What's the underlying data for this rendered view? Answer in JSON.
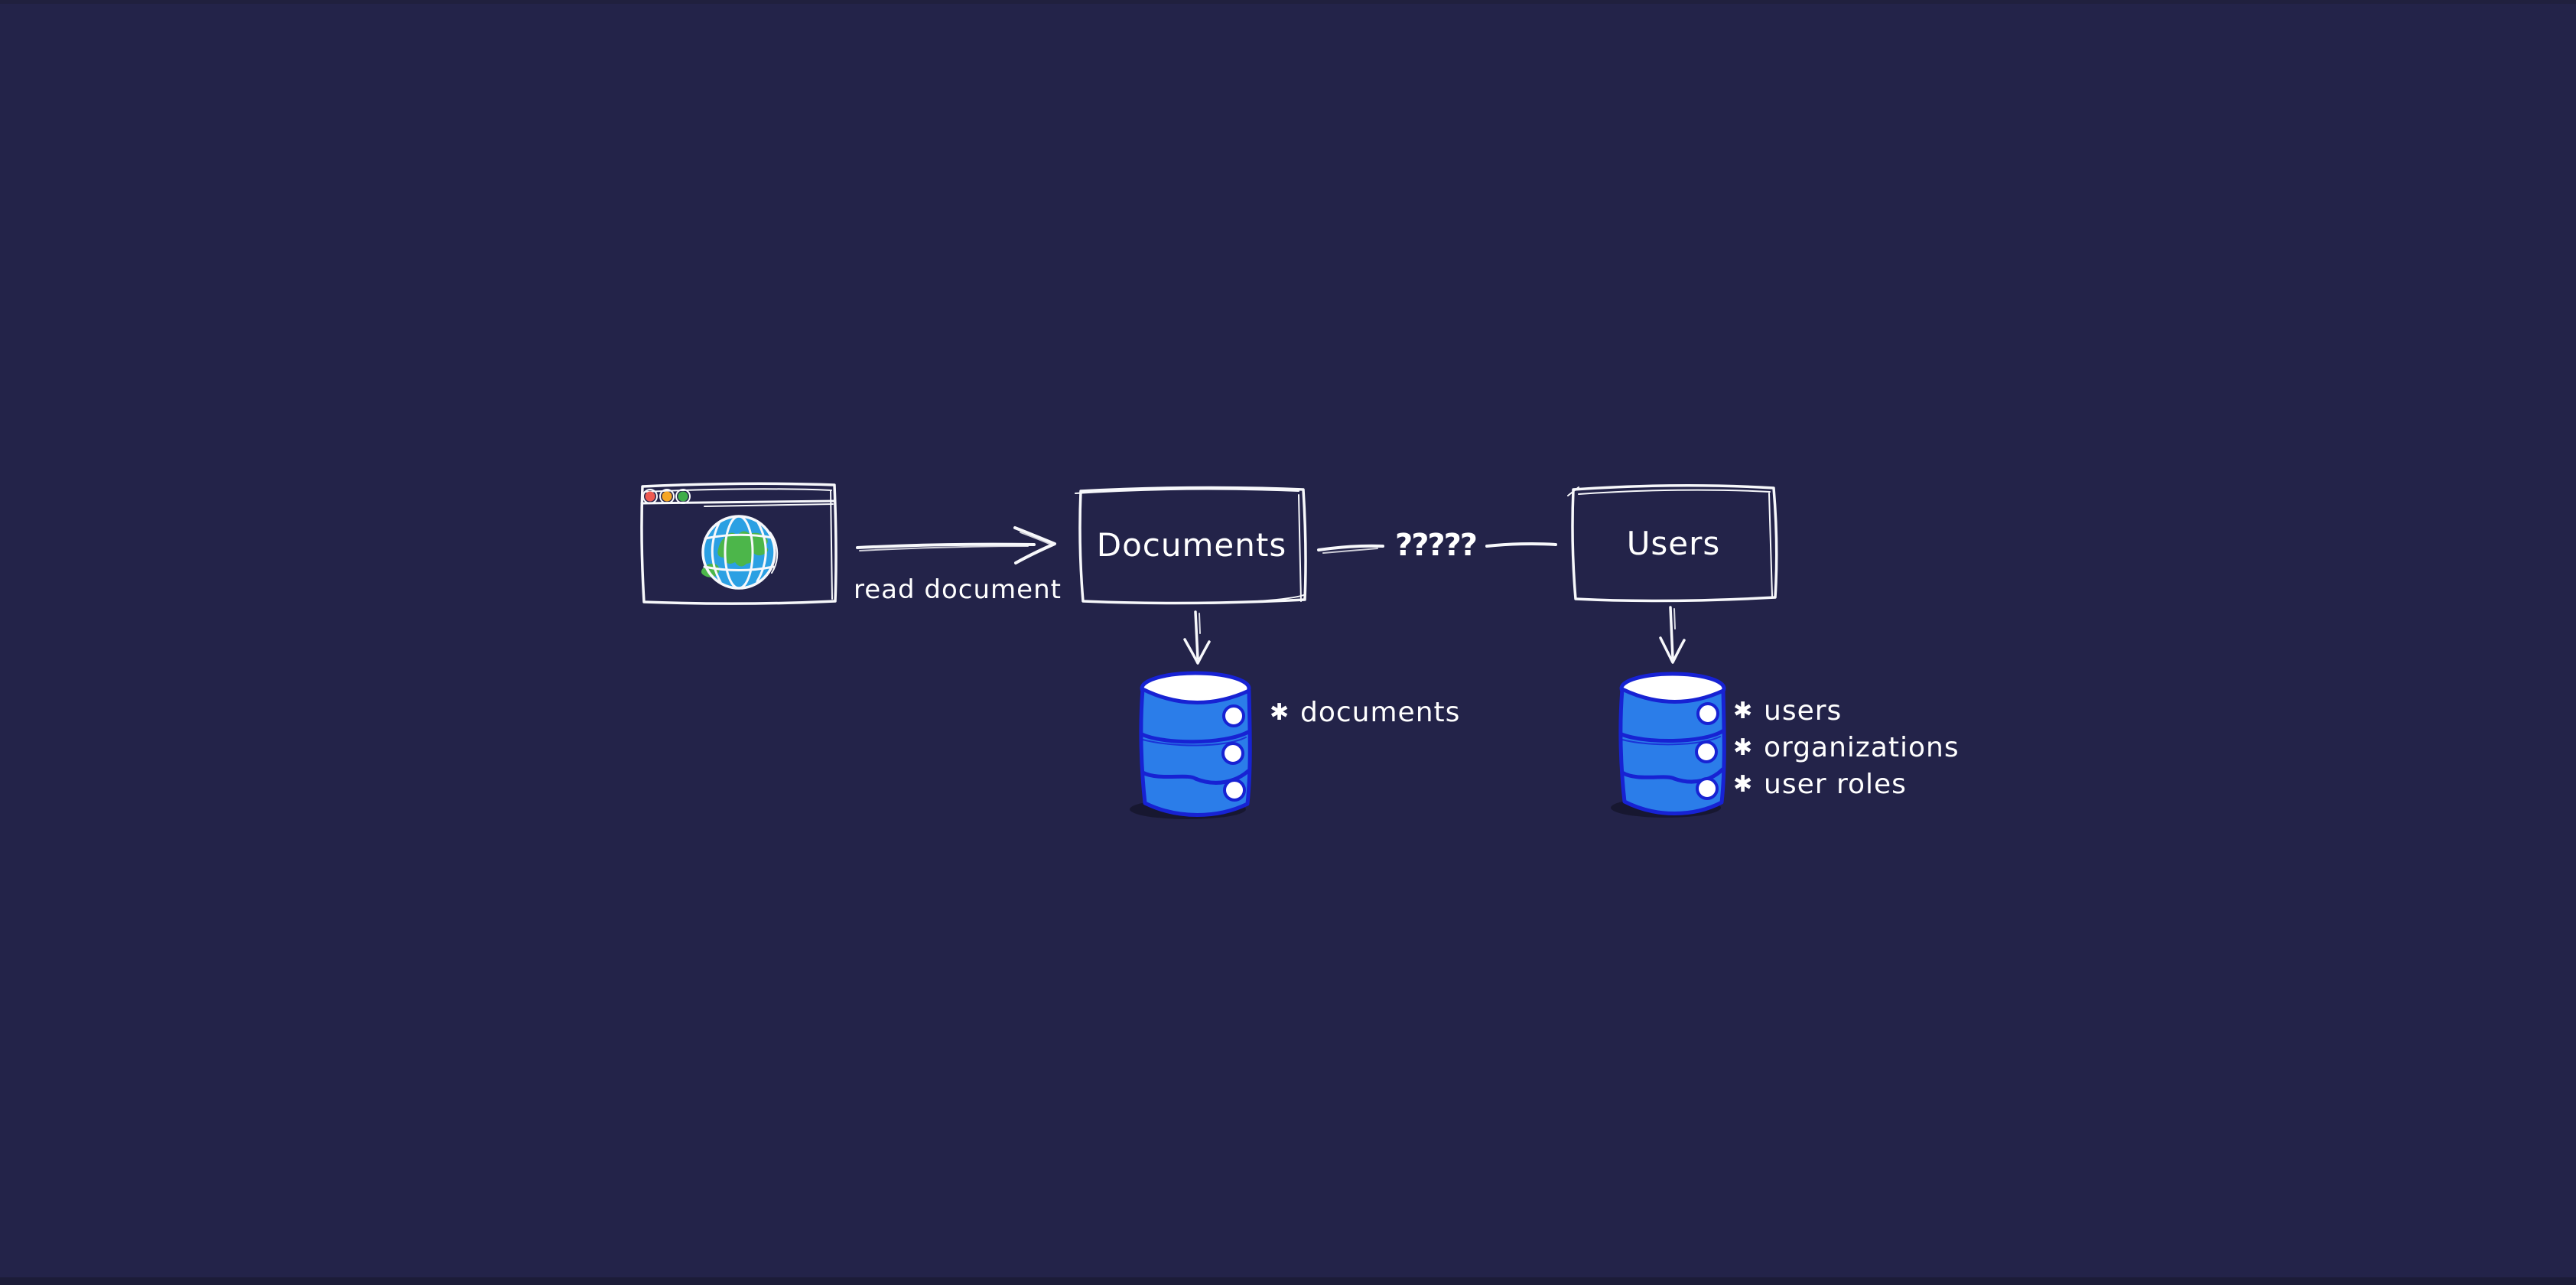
{
  "page": {
    "background": "#232349",
    "top_strip_color": "#20203e",
    "bottom_strip_color": "#1c1c38"
  },
  "colors": {
    "sketch_stroke": "#f7f8fb",
    "text": "#ffffff",
    "db_fill": "#2b7de9",
    "db_outline": "#1722d3",
    "globe_ocean": "#2ba0e3",
    "globe_land": "#4cb64a",
    "globe_lines": "#f7f8fb"
  },
  "browser_window": {
    "traffic_lights": [
      {
        "name": "red",
        "color": "#ee5a52"
      },
      {
        "name": "yellow",
        "color": "#f5a623"
      },
      {
        "name": "green",
        "color": "#3fae49"
      }
    ]
  },
  "labels": {
    "read_arrow": "read document",
    "relation": "?????",
    "documents_box": "Documents",
    "users_box": "Users"
  },
  "bullet_char": "✱",
  "documents_db": {
    "items": [
      "documents"
    ]
  },
  "users_db": {
    "items": [
      "users",
      "organizations",
      "user roles"
    ]
  }
}
